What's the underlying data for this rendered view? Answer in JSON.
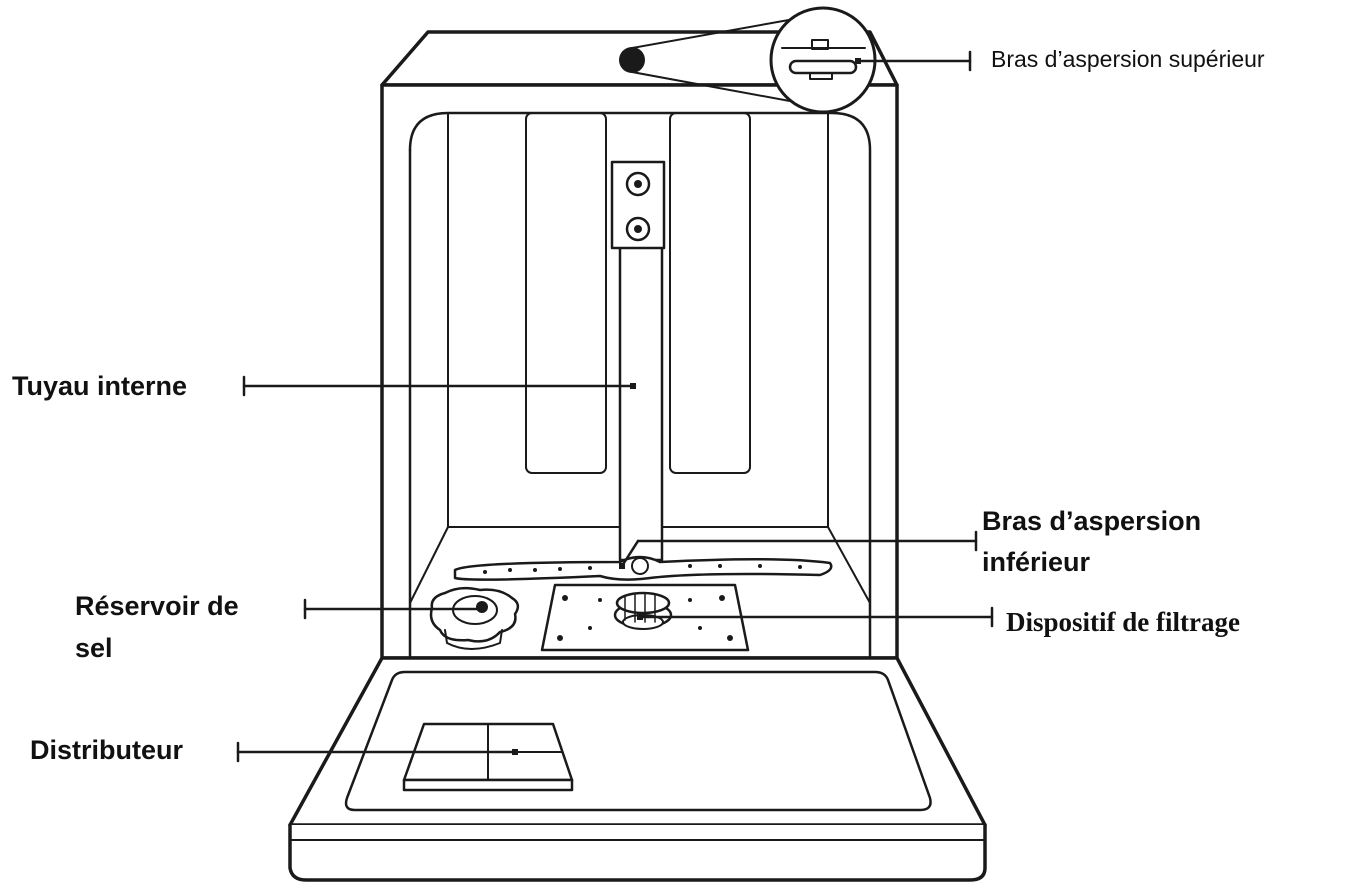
{
  "labels": {
    "upper_spray_arm": "Bras d’aspersion supérieur",
    "inner_pipe": "Tuyau interne",
    "lower_spray_arm_line1": "Bras d’aspersion",
    "lower_spray_arm_line2": "inférieur",
    "filter": "Dispositif de filtrage",
    "salt_line1": "Réservoir de",
    "salt_line2": "sel",
    "dispenser": "Distributeur"
  },
  "colors": {
    "line": "#1a1a1a",
    "background": "#ffffff"
  }
}
